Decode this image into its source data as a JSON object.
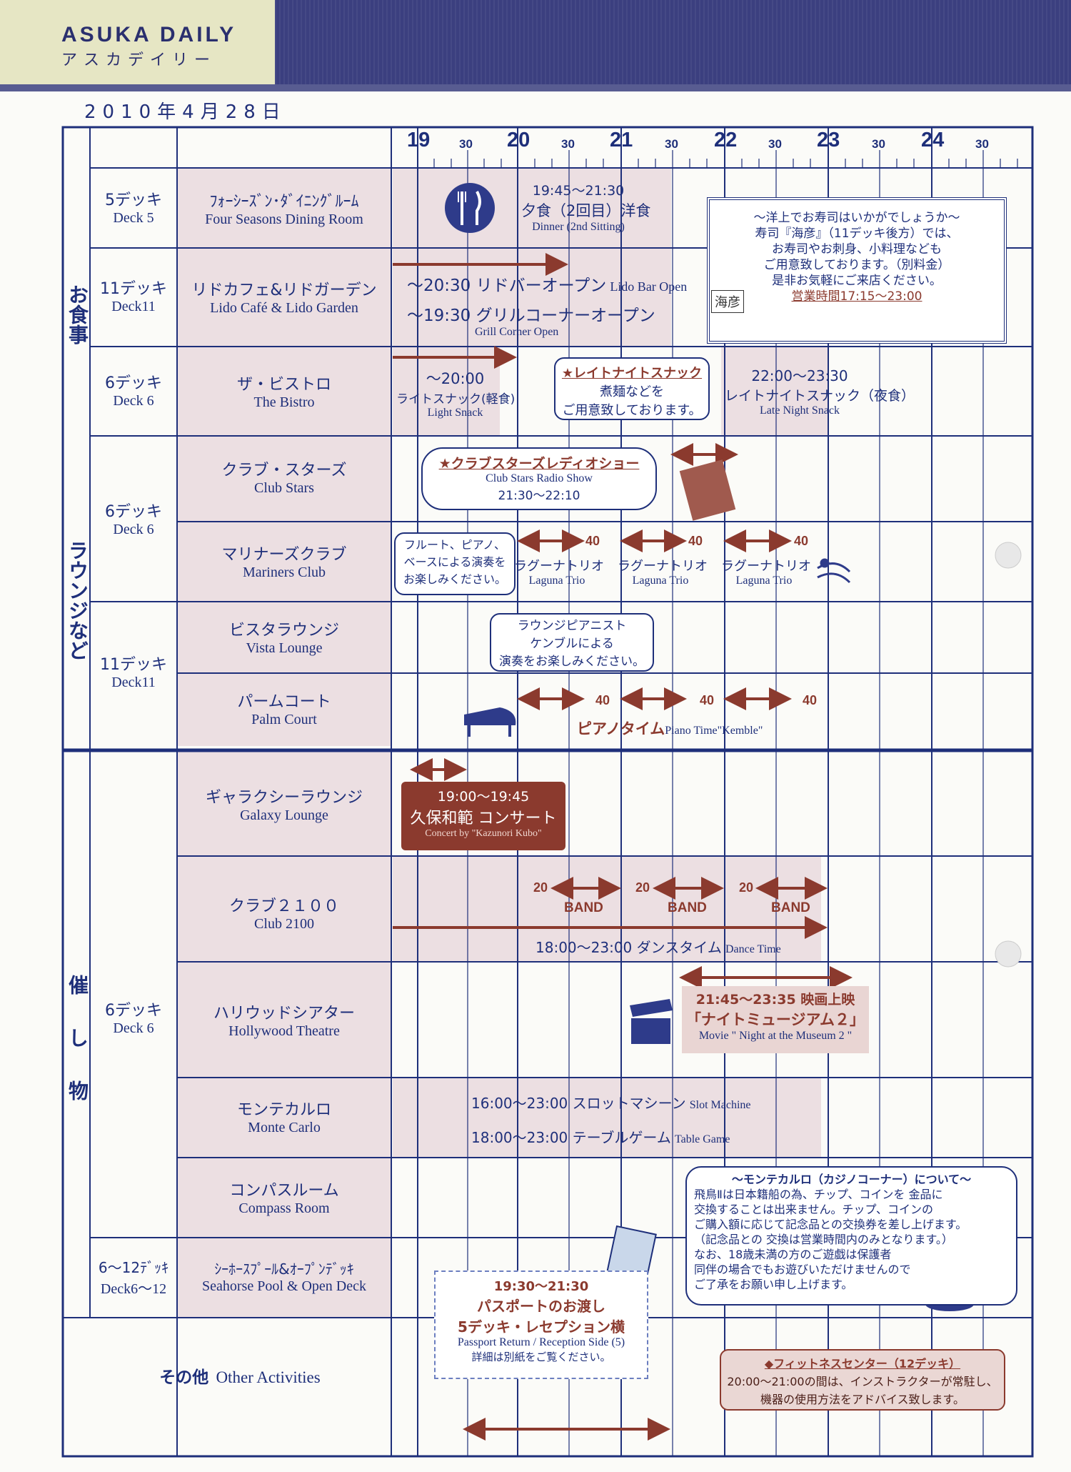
{
  "header": {
    "brand": "ASUKA DAILY",
    "brand_ja": "アスカデイリー",
    "date": "2010年4月28日"
  },
  "time_axis": {
    "hours": [
      "19",
      "20",
      "21",
      "22",
      "23",
      "24"
    ],
    "half": "30"
  },
  "categories": {
    "dining": "お食事",
    "lounge": "ラウンジなど",
    "events": "催し物"
  },
  "decks": {
    "deck5_ja": "5デッキ",
    "deck5_en": "Deck 5",
    "deck11a_ja": "11デッキ",
    "deck11a_en": "Deck11",
    "deck6a_ja": "6デッキ",
    "deck6a_en": "Deck 6",
    "deck6b_ja": "6デッキ",
    "deck6b_en": "Deck 6",
    "deck11b_ja": "11デッキ",
    "deck11b_en": "Deck11",
    "deck6c_ja": "6デッキ",
    "deck6c_en": "Deck 6",
    "deck612_ja": "6〜12ﾃﾞｯｷ",
    "deck612_en": "Deck6〜12"
  },
  "venues": {
    "four_seasons_ja": "ﾌｫｰｼｰｽﾞﾝ･ﾀﾞｲﾆﾝｸﾞﾙｰﾑ",
    "four_seasons_en": "Four Seasons Dining Room",
    "lido_ja": "リドカフェ&リドガーデン",
    "lido_en": "Lido Café & Lido Garden",
    "bistro_ja": "ザ・ビストロ",
    "bistro_en": "The Bistro",
    "clubstars_ja": "クラブ・スターズ",
    "clubstars_en": "Club Stars",
    "mariners_ja": "マリナーズクラブ",
    "mariners_en": "Mariners Club",
    "vista_ja": "ビスタラウンジ",
    "vista_en": "Vista Lounge",
    "palm_ja": "パームコート",
    "palm_en": "Palm Court",
    "galaxy_ja": "ギャラクシーラウンジ",
    "galaxy_en": "Galaxy Lounge",
    "club2100_ja": "クラブ２１００",
    "club2100_en": "Club 2100",
    "hollywood_ja": "ハリウッドシアター",
    "hollywood_en": "Hollywood Theatre",
    "montecarlo_ja": "モンテカルロ",
    "montecarlo_en": "Monte Carlo",
    "compass_ja": "コンパスルーム",
    "compass_en": "Compass Room",
    "seahorse_ja": "ｼｰﾎｰｽﾌﾟｰﾙ&ｵｰﾌﾟﾝﾃﾞｯｷ",
    "seahorse_en": "Seahorse Pool & Open Deck",
    "other_ja": "その他",
    "other_en": "Other Activities"
  },
  "events": {
    "dinner_time": "19:45〜21:30",
    "dinner_ja": "夕食（2回目）洋食",
    "dinner_en": "Dinner (2nd Sitting)",
    "lidobar_ja": "〜20:30 リドバーオープン",
    "lidobar_en": "Lido Bar Open",
    "grill_ja": "〜19:30 グリルコーナーオープン",
    "grill_en": "Grill Corner Open",
    "light_time": "〜20:00",
    "light_ja": "ライトスナック(軽食)",
    "light_en": "Light Snack",
    "late_bubble_1": "★レイトナイトスナック",
    "late_bubble_2": "煮麺などを",
    "late_bubble_3": "ご用意致しております。",
    "late_time": "22:00〜23:30",
    "late_ja": "レイトナイトスナック（夜食）",
    "late_en": "Late Night Snack",
    "radio_ja": "★クラブスターズレディオショー",
    "radio_en": "Club Stars Radio Show",
    "radio_time": "21:30〜22:10",
    "mariners_bubble_1": "フルート、ピアノ、",
    "mariners_bubble_2": "ベースによる演奏を",
    "mariners_bubble_3": "お楽しみください。",
    "laguna_ja": "ラグーナトリオ",
    "laguna_en": "Laguna Trio",
    "forty": "40",
    "twenty": "20",
    "vista_bubble_1": "ラウンジピアニスト",
    "vista_bubble_2": "ケンブルによる",
    "vista_bubble_3": "演奏をお楽しみください。",
    "piano_ja": "ピアノタイム",
    "piano_en": "Piano Time\"Kemble\"",
    "galaxy_time": "19:00〜19:45",
    "galaxy_ja": "久保和範 コンサート",
    "galaxy_en": "Concert by \"Kazunori Kubo\"",
    "band": "BAND",
    "dance_ja": "18:00〜23:00 ダンスタイム",
    "dance_en": "Dance Time",
    "movie_time": "21:45〜23:35 映画上映",
    "movie_ja": "「ナイトミュージアム２」",
    "movie_en": "Movie \" Night at the Museum 2 \"",
    "slot_ja": "16:00〜23:00 スロットマシーン",
    "slot_en": "Slot Machine",
    "table_ja": "18:00〜23:00 テーブルゲーム",
    "table_en": "Table Game",
    "passport_time": "19:30〜21:30",
    "passport_ja1": "パスポートのお渡し",
    "passport_ja2": "5デッキ・レセプション横",
    "passport_en": "Passport Return / Reception Side (5)",
    "passport_note": "詳細は別紙をご覧ください。"
  },
  "sushi_notice": {
    "l1": "〜洋上でお寿司はいかがでしょうか〜",
    "l2": "寿司『海彦』（11デッキ後方）では、",
    "l3": "お寿司やお刺身、小料理なども",
    "l4": "ご用意致しております。（別料金）",
    "l5": "是非お気軽にご来店ください。",
    "l6": "営業時間17:15〜23:00",
    "logo": "海彦"
  },
  "casino_notice": {
    "l1": "〜モンテカルロ（カジノコーナー）について〜",
    "l2": "飛鳥Ⅱは日本籍船の為、チップ、コインを 金品に",
    "l3": "交換することは出来ません。チップ、コインの",
    "l4": "ご購入額に応じて記念品との交換券を差し上げます。",
    "l5": "（記念品との 交換は営業時間内のみとなります。）",
    "l6": "なお、18歳未満の方のご遊戯は保護者",
    "l7": "同伴の場合でもお遊びいただけませんので",
    "l8": "ご了承をお願い申し上げます。"
  },
  "fitness_notice": {
    "l1": "◆フィットネスセンター（12デッキ）",
    "l2": "20:00〜21:00の間は、インストラクターが常駐し、",
    "l3": "機器の使用方法をアドバイス致します。"
  },
  "colors": {
    "navy": "#1e2f7a",
    "brown": "#8b3a2e",
    "shade": "#ecdfe2",
    "header": "#3b3f7f"
  }
}
